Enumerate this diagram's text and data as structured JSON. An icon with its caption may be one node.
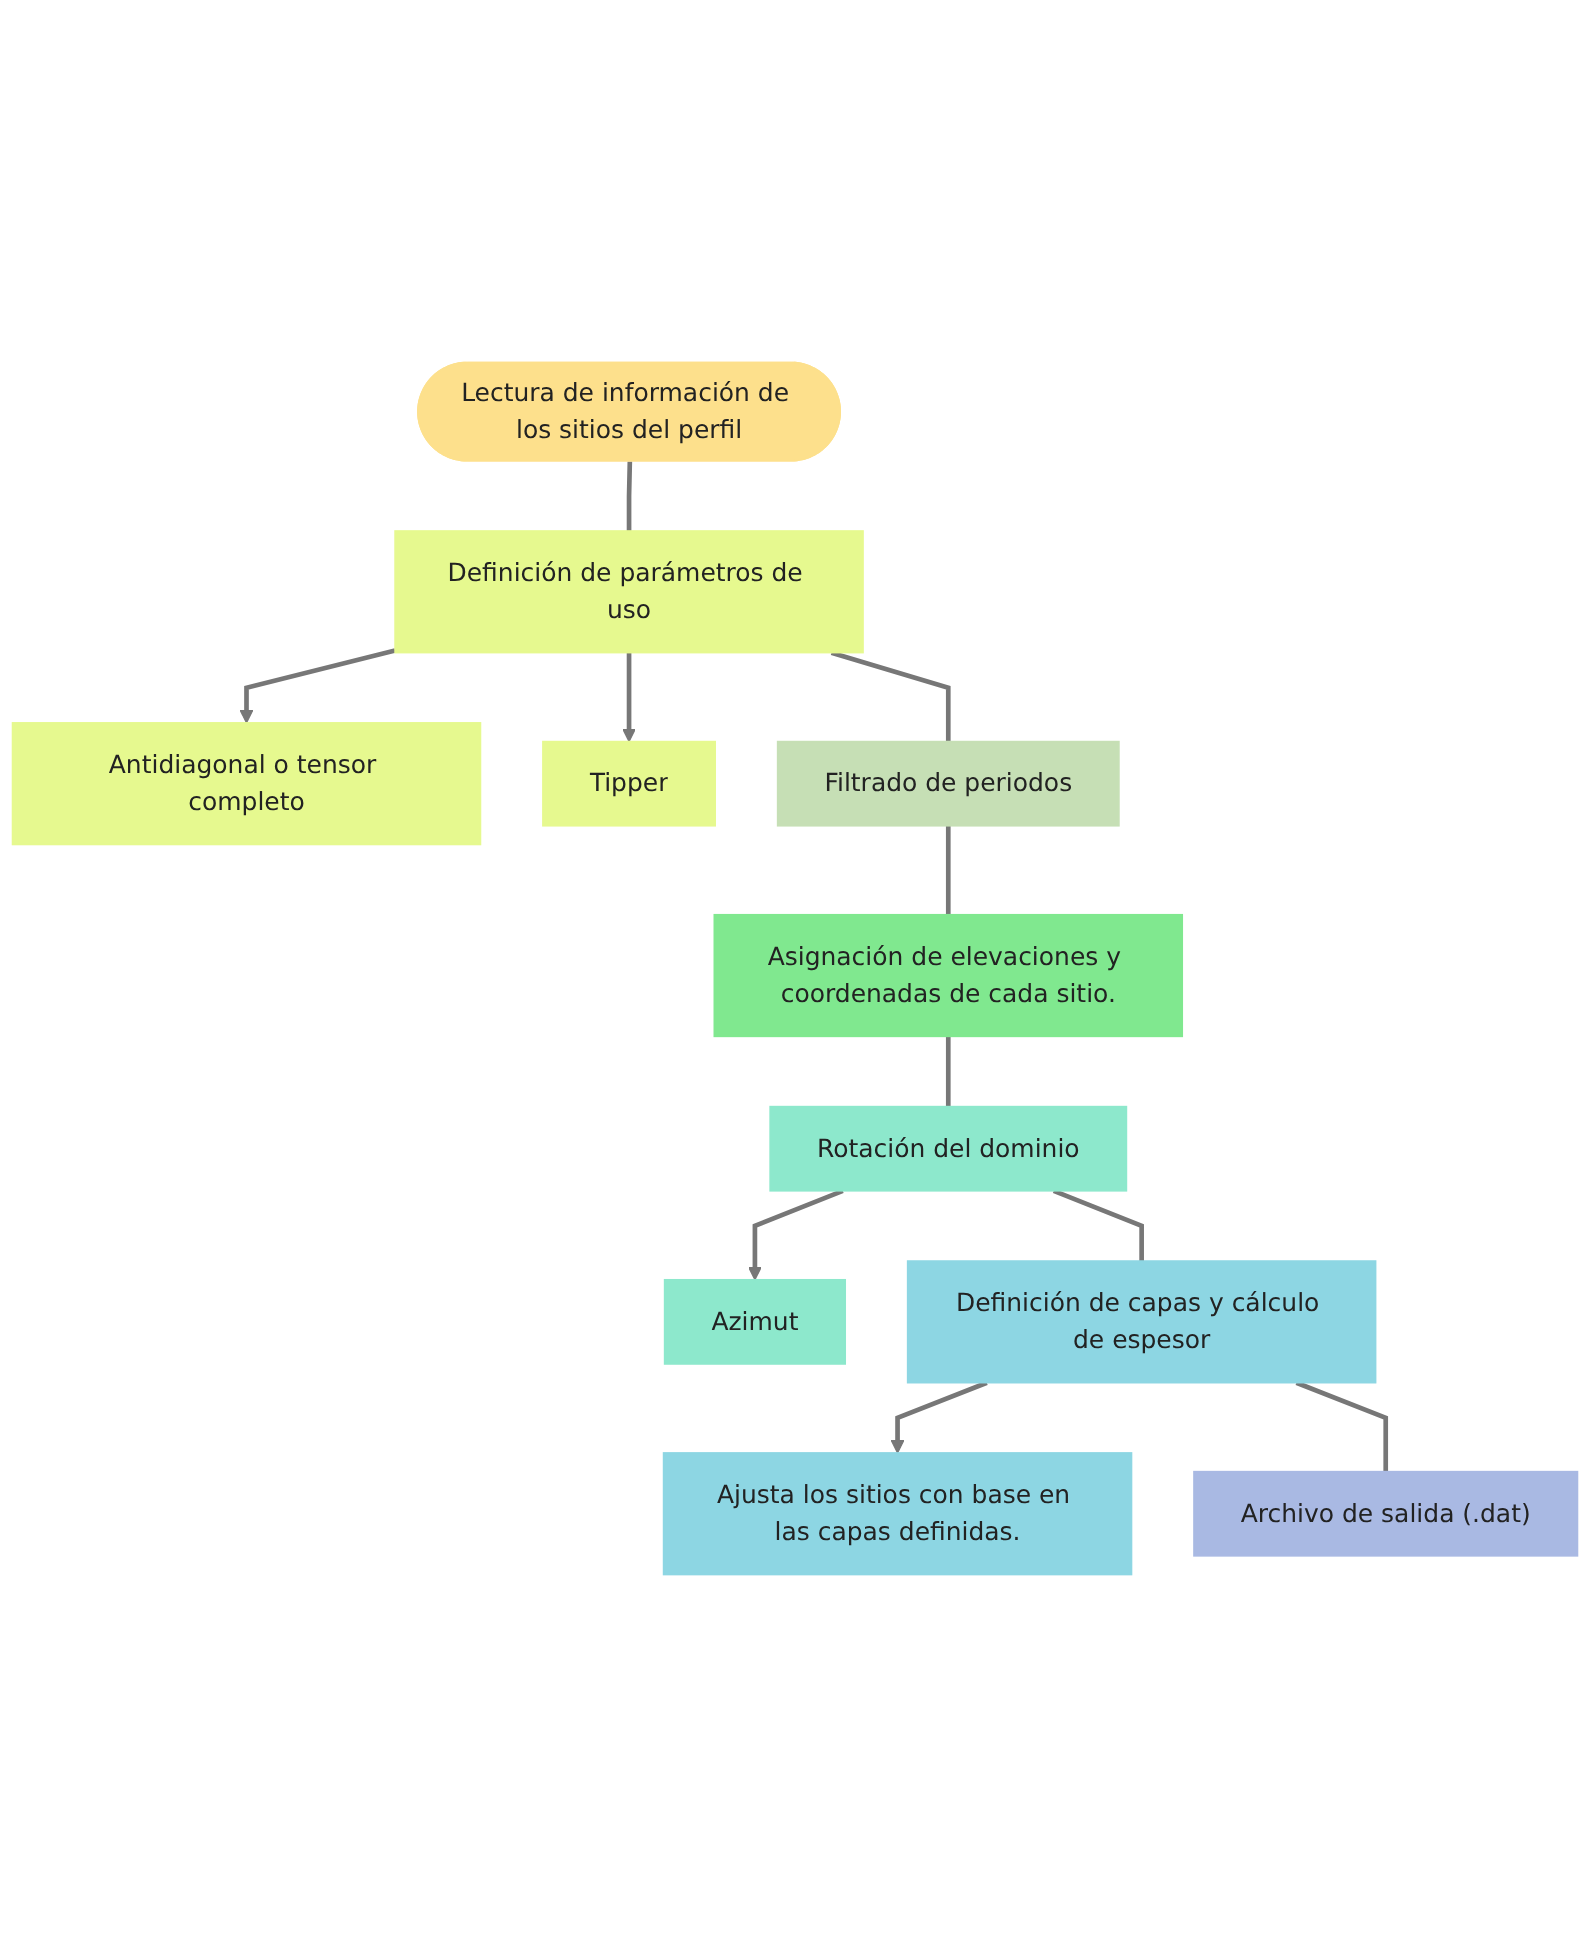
{
  "diagram": {
    "nodes": [
      {
        "text": [
          "Lectura de información de los sitios del perfil"
        ]
      },
      {
        "text": [
          "Definición de parámetros de uso"
        ]
      },
      {
        "text": [
          "Antidiagonal o tensor completo"
        ]
      },
      {
        "text": [
          "Tipper"
        ]
      },
      {
        "text": [
          "Filtrado de periodos"
        ]
      },
      {
        "text": [
          "Asignación de elevaciones y coordenadas de cada sitio."
        ]
      },
      {
        "text": [
          "Rotación del dominio"
        ]
      },
      {
        "text": [
          "Azimut"
        ]
      },
      {
        "text": [
          "Definición de capas y cálculo de espesor"
        ]
      },
      {
        "text": [
          "Ajusta los sitios con base en las capas definidas."
        ]
      },
      {
        "text": [
          "Archivo de salida (.dat)"
        ]
      }
    ],
    "edges": [
      {
        "from": 0,
        "to": 1,
        "arrow": "none"
      },
      {
        "from": 1,
        "to": 2,
        "arrow": "to"
      },
      {
        "from": 1,
        "to": 3,
        "arrow": "to"
      },
      {
        "from": 1,
        "to": 4,
        "arrow": "none"
      },
      {
        "from": 4,
        "to": 5,
        "arrow": "none"
      },
      {
        "from": 5,
        "to": 6,
        "arrow": "none"
      },
      {
        "from": 6,
        "to": 7,
        "arrow": "to"
      },
      {
        "from": 6,
        "to": 8,
        "arrow": "none"
      },
      {
        "from": 8,
        "to": 9,
        "arrow": "to"
      },
      {
        "from": 8,
        "to": 10,
        "arrow": "none"
      }
    ]
  }
}
